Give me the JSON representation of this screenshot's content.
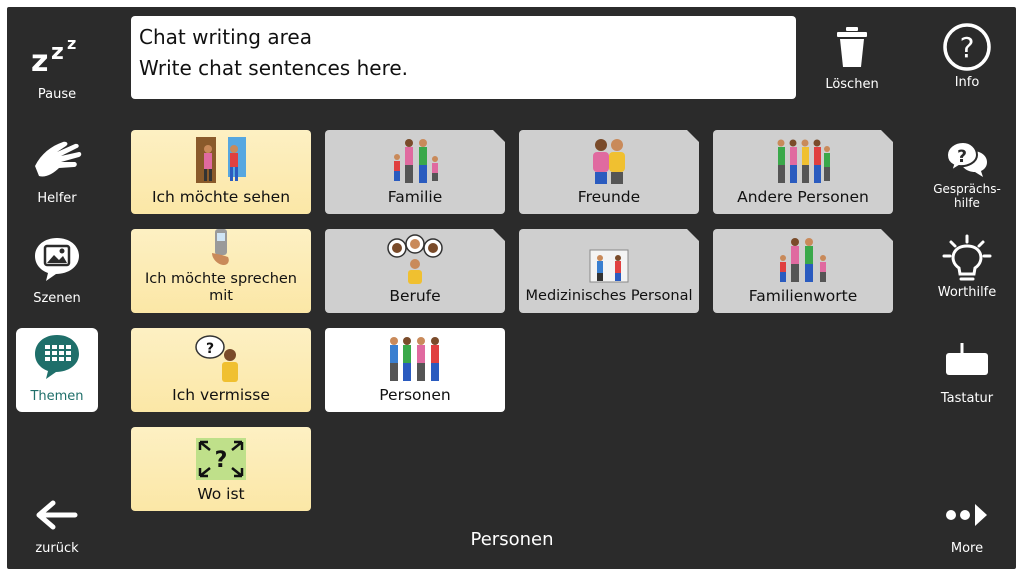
{
  "chat": {
    "line1": "Chat writing area",
    "line2": "Write chat sentences here."
  },
  "left_rail": {
    "pause": "Pause",
    "helfer": "Helfer",
    "szenen": "Szenen",
    "themen": "Themen",
    "zurueck": "zurück"
  },
  "top_actions": {
    "loeschen": "Löschen",
    "info": "Info"
  },
  "right_rail": {
    "gespraechshilfe": "Gesprächs-\nhilfe",
    "worthilfe": "Worthilfe",
    "tastatur": "Tastatur",
    "more": "More"
  },
  "tiles": [
    {
      "label": "Ich möchte sehen"
    },
    {
      "label": "Familie"
    },
    {
      "label": "Freunde"
    },
    {
      "label": "Andere Personen"
    },
    {
      "label": "Ich möchte sprechen mit"
    },
    {
      "label": "Berufe"
    },
    {
      "label": "Medizinisches Personal"
    },
    {
      "label": "Familienworte"
    },
    {
      "label": "Ich vermisse"
    },
    {
      "label": "Personen"
    },
    {
      "label": "Wo ist"
    }
  ],
  "footer": {
    "title": "Personen"
  },
  "colors": {
    "background": "#2b2b2b",
    "accent": "#1f6f6a",
    "tile_yellow": "#fbe7a6",
    "tile_gray": "#cfcfcf"
  }
}
